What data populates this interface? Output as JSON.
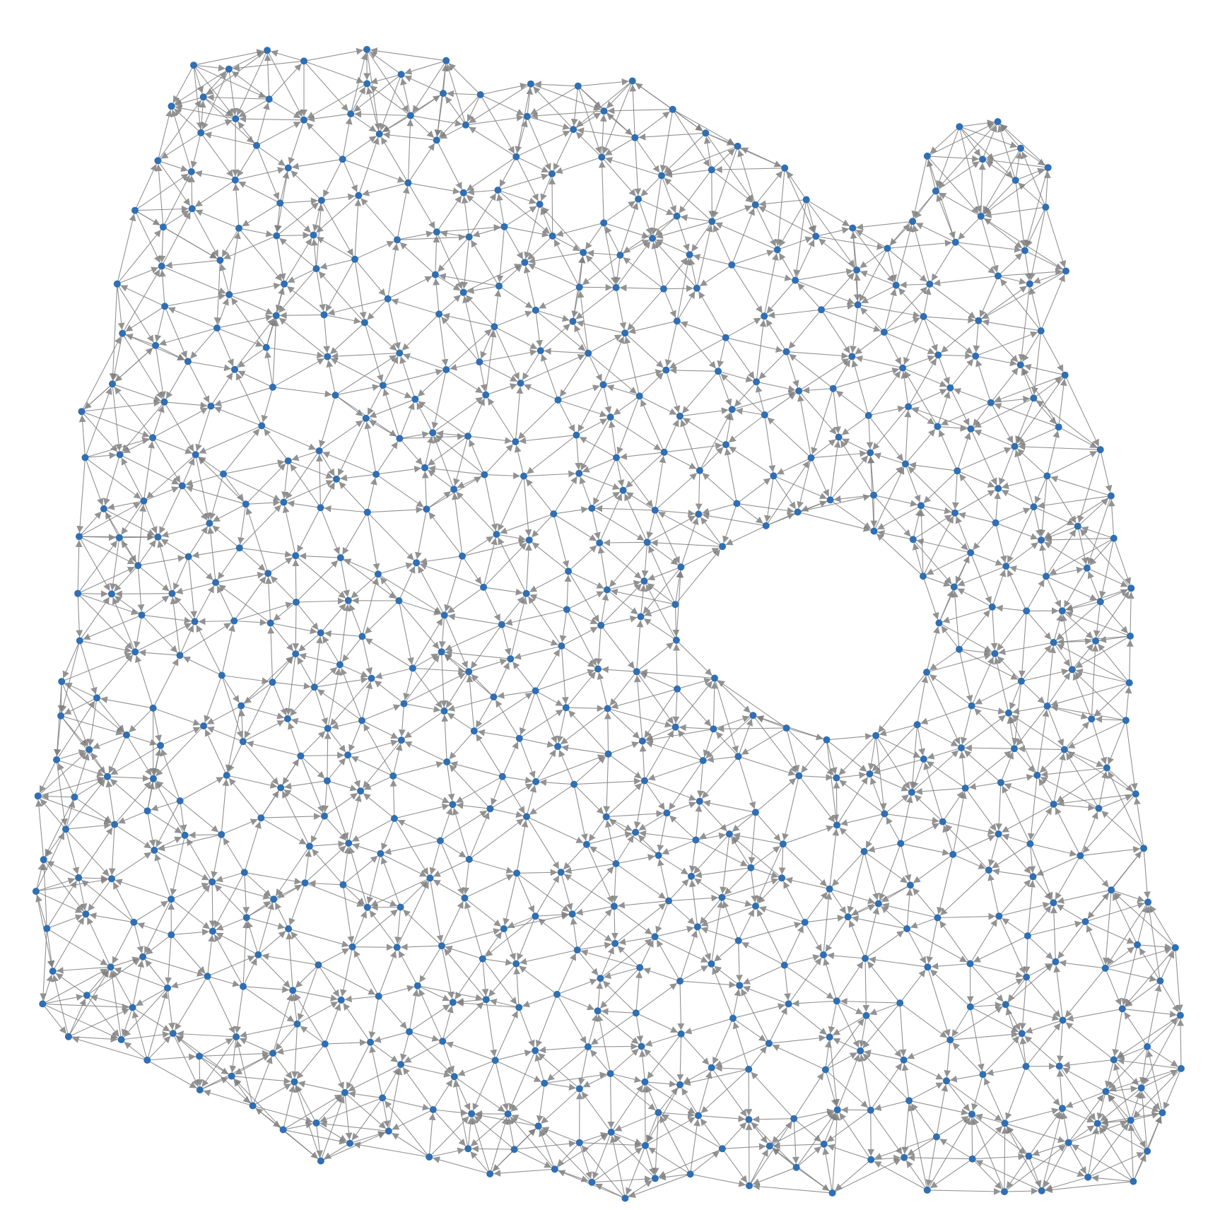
{
  "diagram": {
    "type": "directed-network",
    "node_color": "#2f6fb3",
    "edge_color": "#808080",
    "background": "#ffffff",
    "node_count": 640,
    "neighbors_per_node": 7,
    "random_seed": 4242
  }
}
